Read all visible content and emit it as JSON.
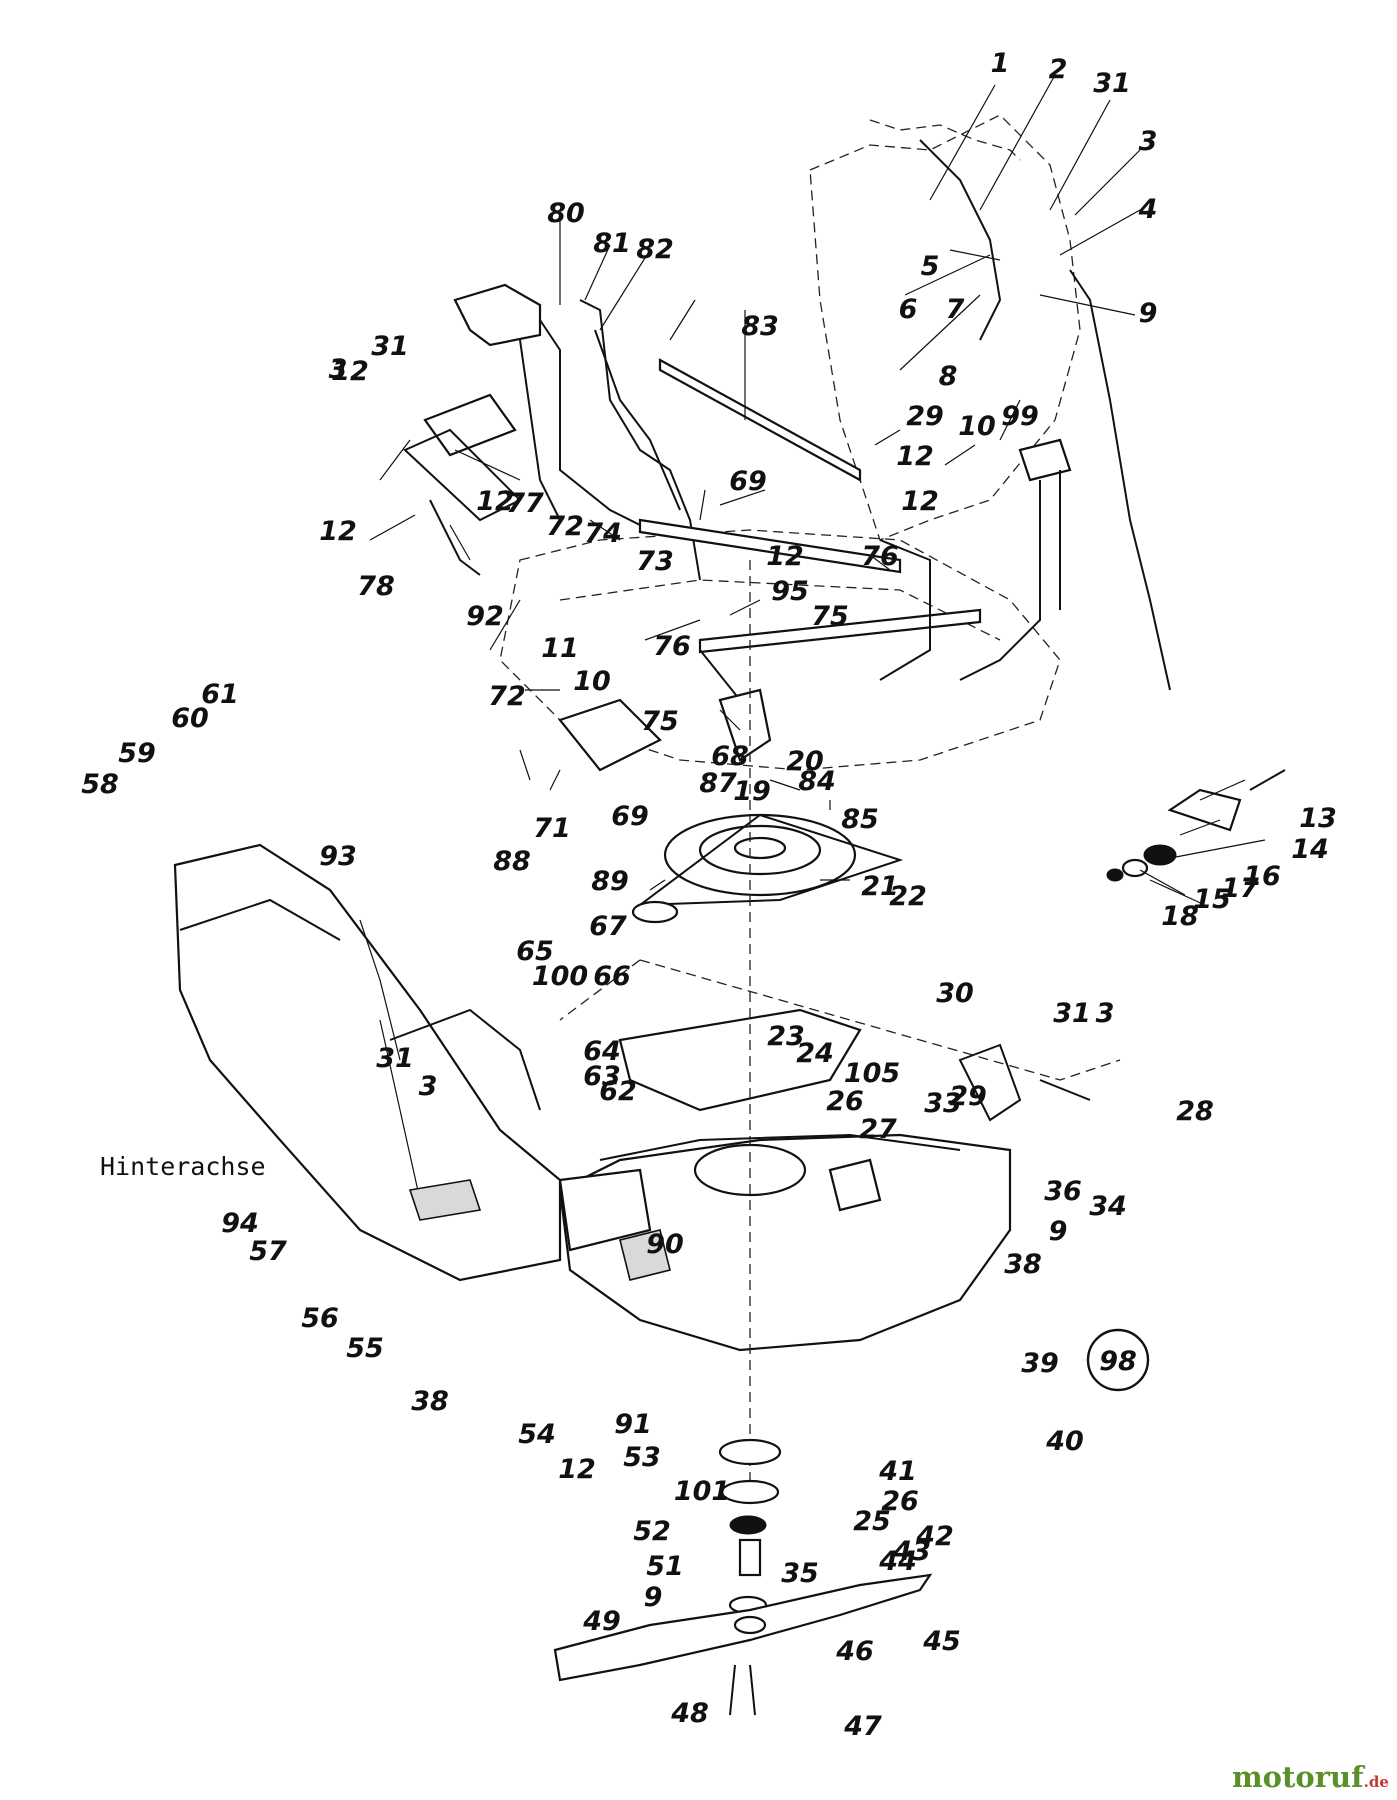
{
  "diagram": {
    "part_numbers": [
      "1",
      "2",
      "31",
      "3",
      "4",
      "5",
      "6",
      "7",
      "9",
      "8",
      "80",
      "81",
      "82",
      "12",
      "83",
      "3",
      "31",
      "29",
      "10",
      "99",
      "12",
      "77",
      "12",
      "12",
      "12",
      "69",
      "72",
      "74",
      "73",
      "12",
      "76",
      "78",
      "92",
      "95",
      "75",
      "11",
      "76",
      "10",
      "72",
      "75",
      "68",
      "87",
      "20",
      "84",
      "85",
      "19",
      "69",
      "88",
      "71",
      "61",
      "60",
      "59",
      "58",
      "93",
      "89",
      "21",
      "22",
      "67",
      "65",
      "100",
      "66",
      "13",
      "14",
      "16",
      "17",
      "15",
      "18",
      "30",
      "31",
      "3",
      "23",
      "24",
      "105",
      "29",
      "33",
      "28",
      "64",
      "63",
      "62",
      "26",
      "27",
      "36",
      "9",
      "34",
      "38",
      "31",
      "3",
      "94",
      "57",
      "56",
      "55",
      "38",
      "90",
      "39",
      "98",
      "54",
      "12",
      "91",
      "53",
      "40",
      "41",
      "26",
      "25",
      "101",
      "42",
      "52",
      "43",
      "44",
      "35",
      "51",
      "9",
      "49",
      "45",
      "46",
      "48",
      "47"
    ],
    "rear_axle_label": "Hinterachse",
    "group_badge": "98"
  },
  "watermark": {
    "main": "motoruf",
    "suffix": ".de"
  }
}
